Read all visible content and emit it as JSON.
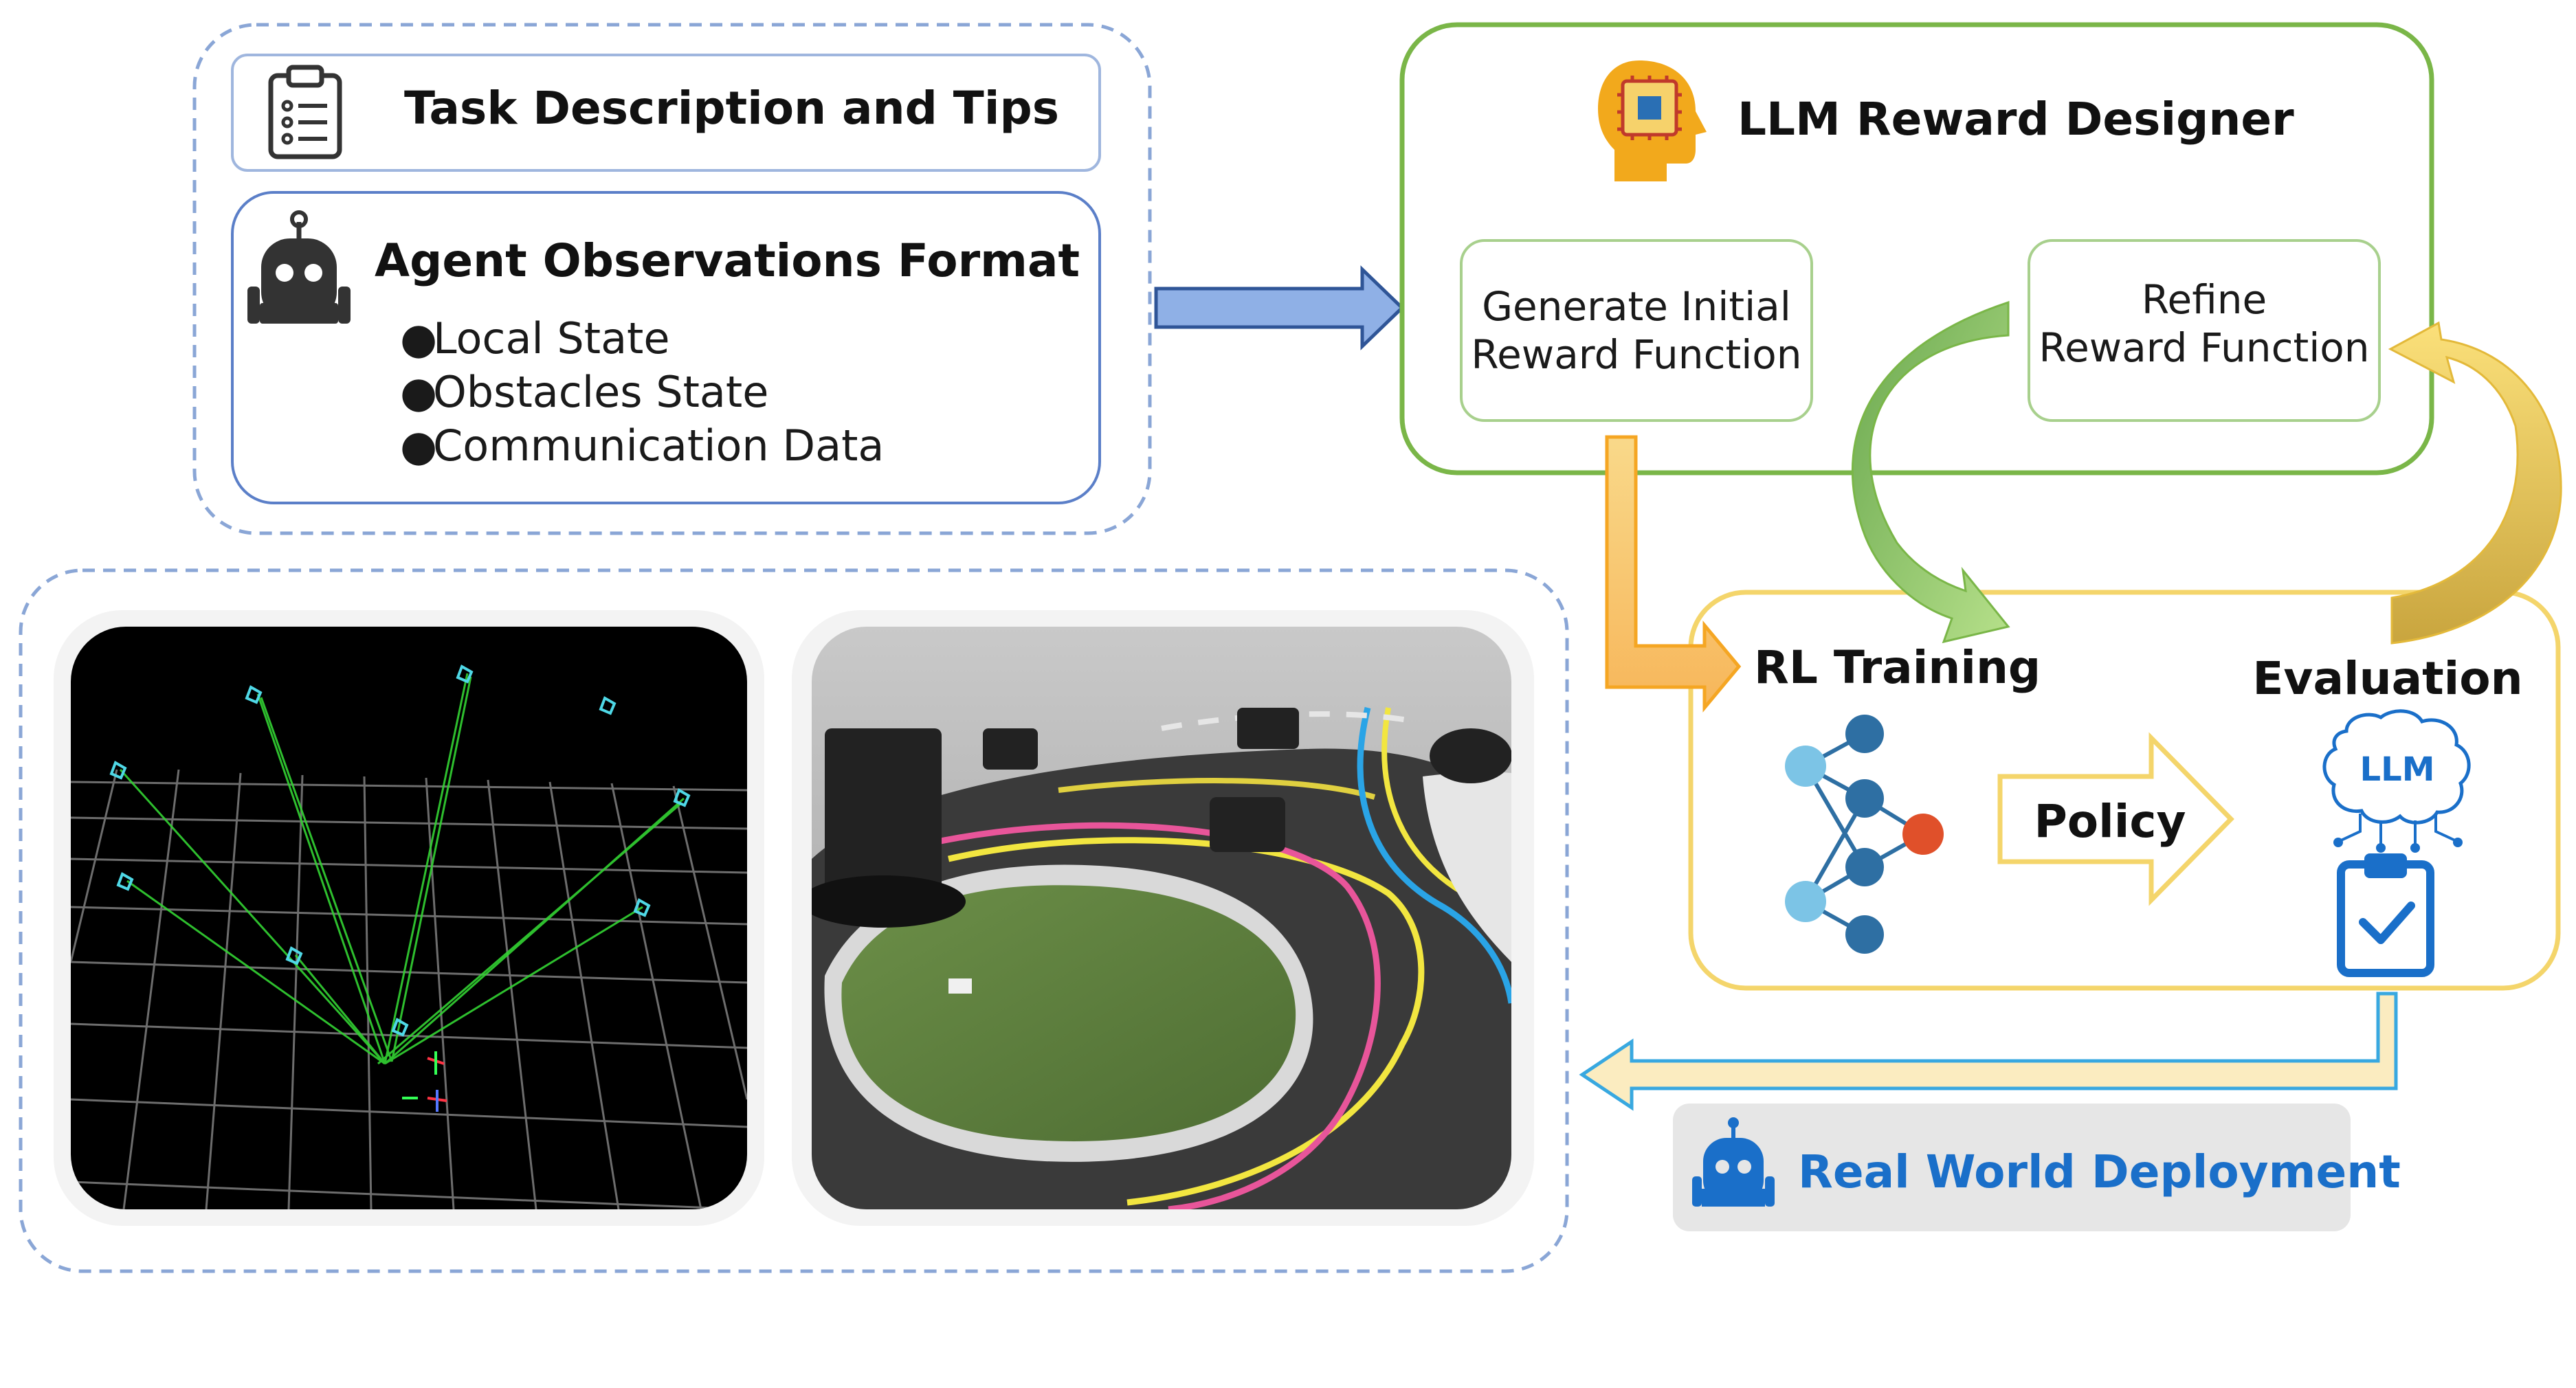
{
  "input_panel": {
    "task_title": "Task Description and Tips",
    "obs_title": "Agent Observations Format",
    "obs_items": [
      "Local State",
      "Obstacles State",
      "Communication Data"
    ],
    "bullet": "●"
  },
  "designer": {
    "title": "LLM Reward Designer",
    "generate_line1": "Generate Initial",
    "generate_line2": "Reward Function",
    "refine_line1": "Refine",
    "refine_line2": "Reward Function"
  },
  "training": {
    "rl_title": "RL Training",
    "policy_label": "Policy",
    "evaluation_title": "Evaluation",
    "llm_chip_label": "LLM"
  },
  "deployment": {
    "label": "Real World Deployment"
  },
  "colors": {
    "blue_border": "#8aa6d6",
    "green_border": "#7ab648",
    "yellow_border": "#f4d56b",
    "orange_arrow": "#f5a623",
    "deploy_blue": "#1a6fc9",
    "node_light": "#7cc4e6",
    "node_dark": "#2e6fa3",
    "node_red": "#e0502a"
  }
}
